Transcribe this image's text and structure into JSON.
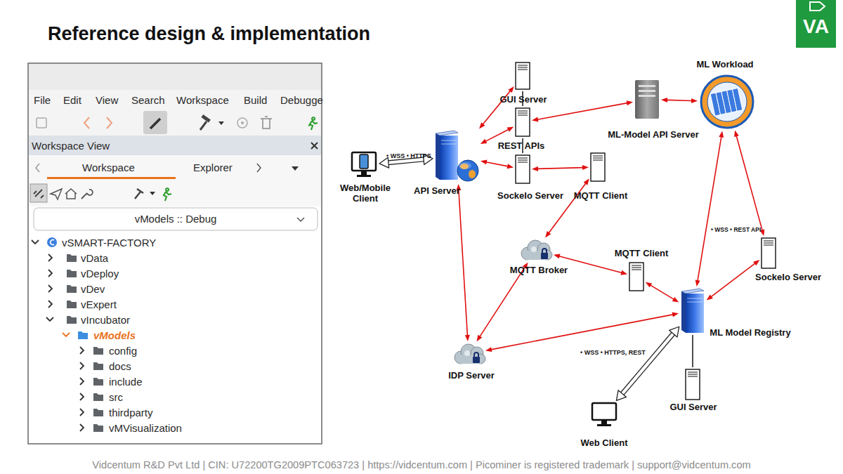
{
  "diagram": {
    "title": "Reference design & implementation",
    "caption": "Vidcentum R&D Pvt Ltd | CIN: U72200TG2009PTC063723 | https://vidcentum.com | Picominer is registered trademark | support@vidcentum.com",
    "nodes": [
      {
        "text": [
          "GUI Server"
        ]
      },
      {
        "text": [
          "REST APIs"
        ]
      },
      {
        "text": [
          "ML-Model API Server"
        ]
      },
      {
        "text": [
          "ML Workload"
        ]
      },
      {
        "text": [
          "Web/Mobile Client"
        ]
      },
      {
        "text": [
          "API Server"
        ]
      },
      {
        "text": [
          "SockeIo Server"
        ]
      },
      {
        "text": [
          "MQTT Client"
        ]
      },
      {
        "text": [
          "MQTT Broker"
        ]
      },
      {
        "text": [
          "MQTT Client"
        ]
      },
      {
        "text": [
          "SockeIo Server"
        ]
      },
      {
        "text": [
          "ML Model Registry"
        ]
      },
      {
        "text": [
          "IDP Server"
        ]
      },
      {
        "text": [
          "GUI Server"
        ]
      },
      {
        "text": [
          "Web Client"
        ]
      }
    ],
    "edges": [
      {
        "from": 0,
        "to": 5,
        "arrow": "both"
      },
      {
        "from": 1,
        "to": 5,
        "arrow": "both"
      },
      {
        "from": 1,
        "to": 2,
        "arrow": "both"
      },
      {
        "from": 0,
        "to": 1,
        "arrow": "none"
      },
      {
        "from": 1,
        "to": 6,
        "arrow": "none"
      },
      {
        "from": 5,
        "to": 6,
        "arrow": "both"
      },
      {
        "from": 6,
        "to": 7,
        "arrow": "both"
      },
      {
        "from": 2,
        "to": 3,
        "arrow": "both"
      },
      {
        "from": 7,
        "to": 8,
        "arrow": "both"
      },
      {
        "from": 8,
        "to": 9,
        "arrow": "both"
      },
      {
        "from": 8,
        "to": 12,
        "arrow": "both"
      },
      {
        "from": 5,
        "to": 12,
        "arrow": "both"
      },
      {
        "from": 4,
        "to": 5,
        "arrow": "both",
        "label": "• WSS • HTTPS"
      },
      {
        "from": 3,
        "to": 11,
        "arrow": "both",
        "label": "• WSS • REST API"
      },
      {
        "from": 3,
        "to": 10,
        "arrow": "both"
      },
      {
        "from": 10,
        "to": 11,
        "arrow": "both"
      },
      {
        "from": 9,
        "to": 11,
        "arrow": "both"
      },
      {
        "from": 11,
        "to": 12,
        "arrow": "both"
      },
      {
        "from": 11,
        "to": 13,
        "arrow": "none"
      },
      {
        "from": 14,
        "to": 11,
        "arrow": "both",
        "label": "• WSS • HTTPS, REST"
      }
    ],
    "labels": [
      "VA",
      "File",
      "Edit",
      "View",
      "Search",
      "Workspace",
      "Build",
      "Debugge",
      "Workspace View",
      "Workspace",
      "Explorer",
      "vModels :: Debug",
      "vSMART-FACTORY",
      "vData",
      "vDeploy",
      "vDev",
      "vExpert",
      "vIncubator",
      "vModels",
      "config",
      "docs",
      "include",
      "src",
      "thirdparty",
      "vMVisualization"
    ]
  }
}
